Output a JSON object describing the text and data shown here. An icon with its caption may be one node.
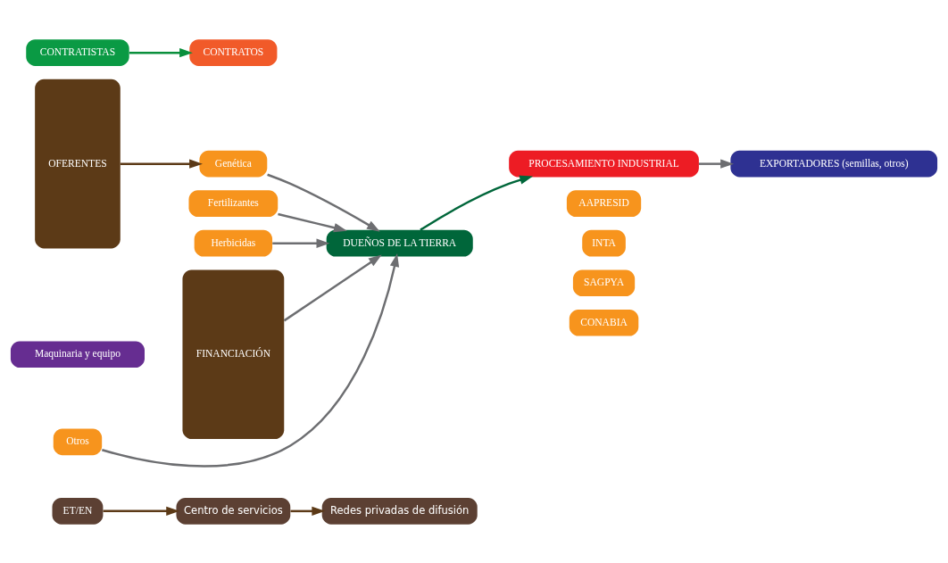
{
  "diagram": {
    "nodes": [
      {
        "text": [
          "ET/EN"
        ]
      },
      {
        "text": [
          "Centro de servicios"
        ]
      },
      {
        "text": [
          "Redes privadas de difusión"
        ]
      },
      {
        "text": [
          "OFERENTES"
        ]
      },
      {
        "text": [
          "Maquinaria y equipo"
        ]
      },
      {
        "text": [
          "Genética"
        ]
      },
      {
        "text": [
          "Fertilizantes"
        ]
      },
      {
        "text": [
          "Herbicidas"
        ]
      },
      {
        "text": [
          "Otros"
        ]
      },
      {
        "text": [
          "FINANCIACIÓN"
        ]
      },
      {
        "text": [
          "CONTRATISTAS"
        ]
      },
      {
        "text": [
          "CONTRATOS"
        ]
      },
      {
        "text": [
          "DUEÑOS DE LA TIERRA"
        ]
      },
      {
        "text": [
          "PROCESAMIENTO INDUSTRIAL"
        ]
      },
      {
        "text": [
          "EXPORTADORES (semillas, otros)"
        ]
      },
      {
        "text": [
          "AAPRESID"
        ]
      },
      {
        "text": [
          "INTA"
        ]
      },
      {
        "text": [
          "SAGPYA"
        ]
      },
      {
        "text": [
          "CONABIA"
        ]
      }
    ],
    "edges": [
      {
        "from": 0,
        "to": 1,
        "arrow": "to",
        "color": "#5c3a17"
      },
      {
        "from": 1,
        "to": 2,
        "arrow": "to",
        "color": "#5c3a17"
      },
      {
        "from": 3,
        "to": 5,
        "arrow": "to",
        "color": "#5c3a17"
      },
      {
        "from": 10,
        "to": 11,
        "arrow": "to",
        "color": "#0a8f3c"
      },
      {
        "from": 5,
        "to": 12,
        "arrow": "to"
      },
      {
        "from": 6,
        "to": 12,
        "arrow": "to"
      },
      {
        "from": 7,
        "to": 12,
        "arrow": "to"
      },
      {
        "from": 8,
        "to": 12,
        "arrow": "to"
      },
      {
        "from": 9,
        "to": 12,
        "arrow": "to"
      },
      {
        "from": 12,
        "to": 13,
        "arrow": "to",
        "color": "#00663a"
      },
      {
        "from": 13,
        "to": 14,
        "arrow": "to"
      }
    ]
  }
}
